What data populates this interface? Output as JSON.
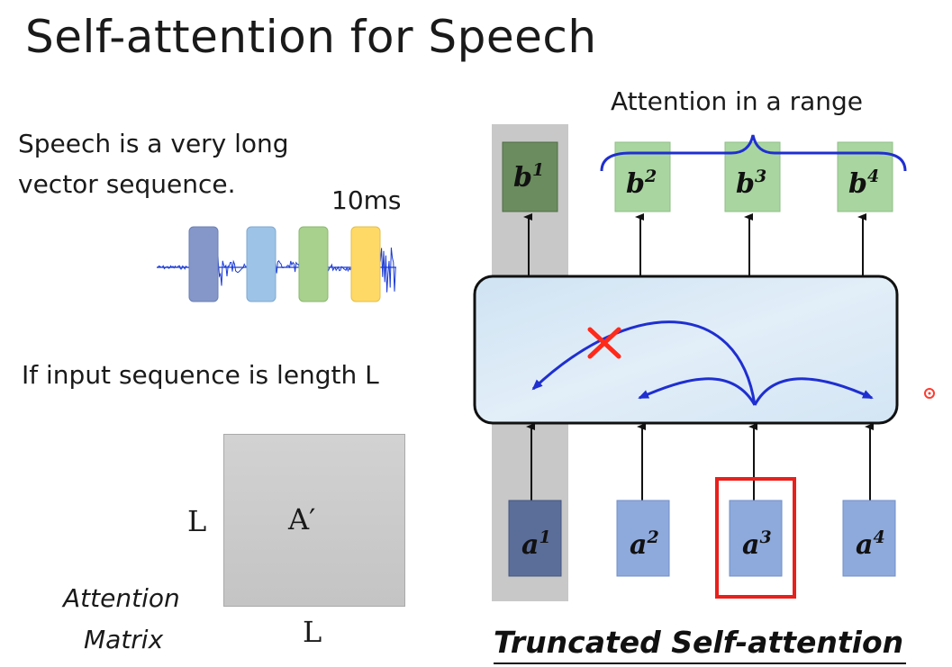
{
  "title": "Self-attention for Speech",
  "speech_note": {
    "line1": "Speech is a very long",
    "line2": "vector sequence.",
    "frame_label": "10ms"
  },
  "length_note": "If input sequence is length L",
  "matrix": {
    "label": "A′",
    "row_label": "L",
    "col_label": "L",
    "caption_line1": "Attention",
    "caption_line2": "Matrix"
  },
  "range_label": "Attention in a range",
  "diagram_caption": "Truncated Self-attention",
  "outputs": [
    {
      "base": "b",
      "sup": "1"
    },
    {
      "base": "b",
      "sup": "2"
    },
    {
      "base": "b",
      "sup": "3"
    },
    {
      "base": "b",
      "sup": "4"
    }
  ],
  "inputs": [
    {
      "base": "a",
      "sup": "1"
    },
    {
      "base": "a",
      "sup": "2"
    },
    {
      "base": "a",
      "sup": "3"
    },
    {
      "base": "a",
      "sup": "4"
    }
  ],
  "colors": {
    "frame_colors": [
      "#8497c8",
      "#9dc3e6",
      "#a9d18e",
      "#ffd966"
    ],
    "output_box": "#a9d5a0",
    "output_box_dark": "#6b8c5e",
    "input_box": "#8ea9db",
    "input_box_dark": "#5b6d99",
    "attention_arrow": "#1f2fd0",
    "blocked_mark": "#ff2a1a",
    "highlight_box": "#e8201c",
    "waveform": "#1a3ad8"
  }
}
